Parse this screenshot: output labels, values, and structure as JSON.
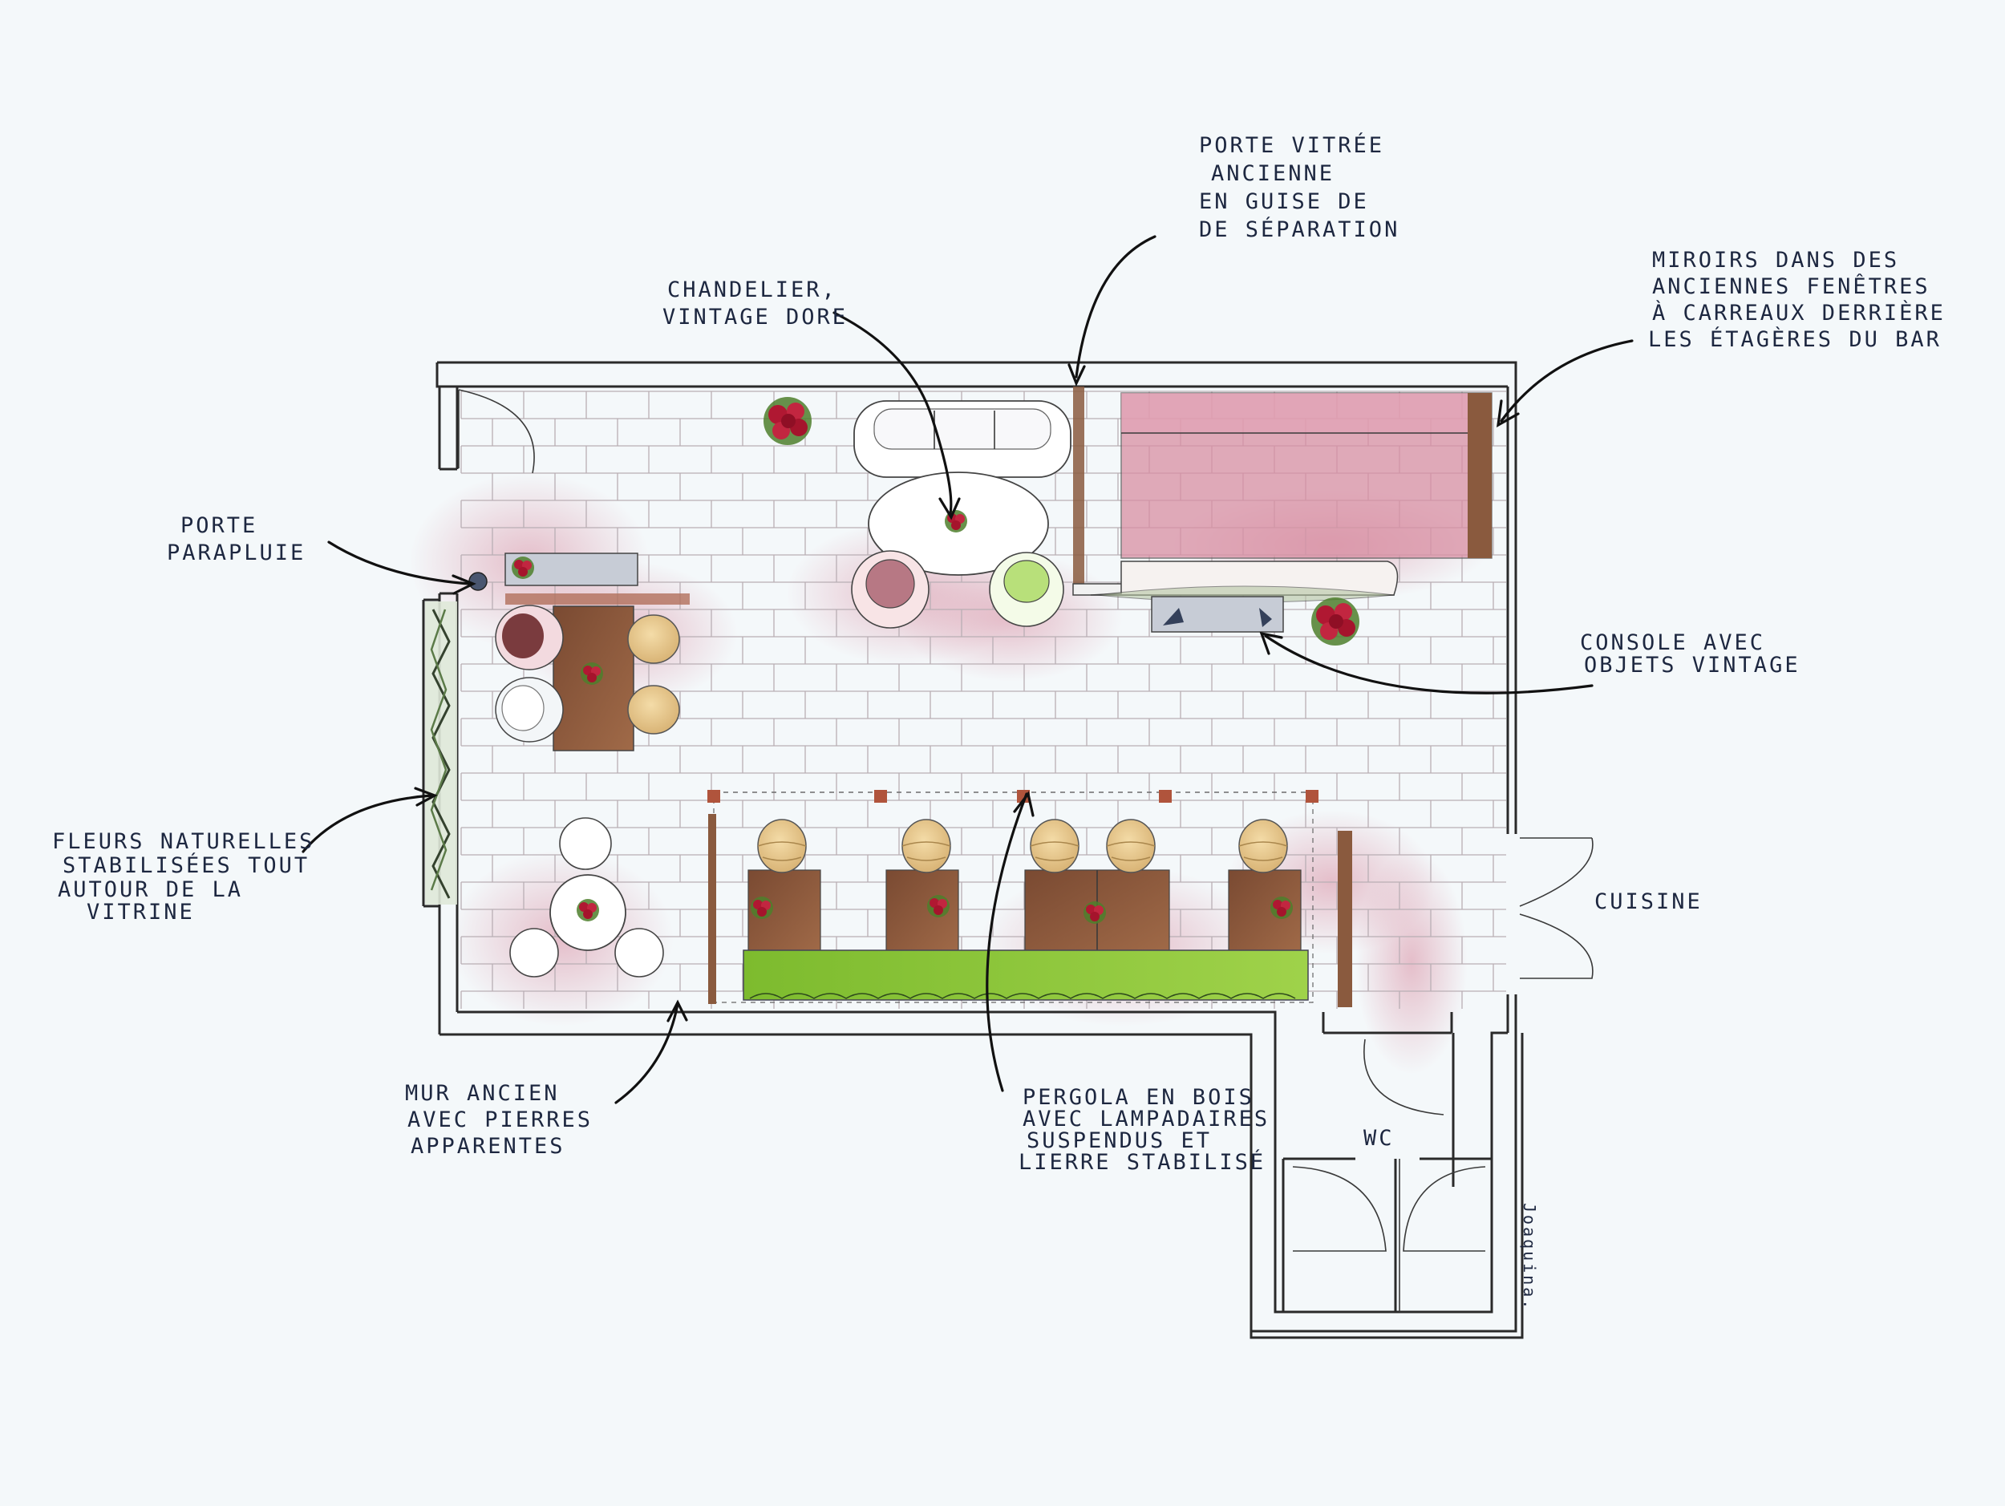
{
  "labels": {
    "porte_vitree": [
      "PORTE VITRÉE",
      "ANCIENNE",
      "EN GUISE DE",
      "DE SÉPARATION"
    ],
    "chandelier": [
      "CHANDELIER,",
      "VINTAGE DORE"
    ],
    "miroirs": [
      "MIROIRS DANS DES",
      "ANCIENNES FENÊTRES",
      "À CARREAUX DERRIÈRE",
      "LES ÉTAGÈRES DU BAR"
    ],
    "porte_parapluie": [
      "PORTE",
      "PARAPLUIE"
    ],
    "console": [
      "CONSOLE AVEC",
      "OBJETS VINTAGE"
    ],
    "fleurs": [
      "FLEURS NATURELLES",
      "STABILISÉES TOUT",
      "AUTOUR DE LA",
      "VITRINE"
    ],
    "cuisine": "CUISINE",
    "mur": [
      "MUR ANCIEN",
      "AVEC PIERRES",
      "APPARENTES"
    ],
    "pergola": [
      "PERGOLA EN BOIS",
      "AVEC LAMPADAIRES",
      "SUSPENDUS ET",
      "LIERRE STABILISÉ"
    ],
    "wc": "WC",
    "signature": "Joaquina."
  },
  "icons": {
    "flowers": "rose-bouquet-icon",
    "pendant": "pendant-lamp-icon",
    "umbrella": "umbrella-stand-icon"
  },
  "colors": {
    "wood": "#8a5a3e",
    "pink": "#d88ea2",
    "green": "#8cc43c",
    "ink": "#1d2740"
  }
}
